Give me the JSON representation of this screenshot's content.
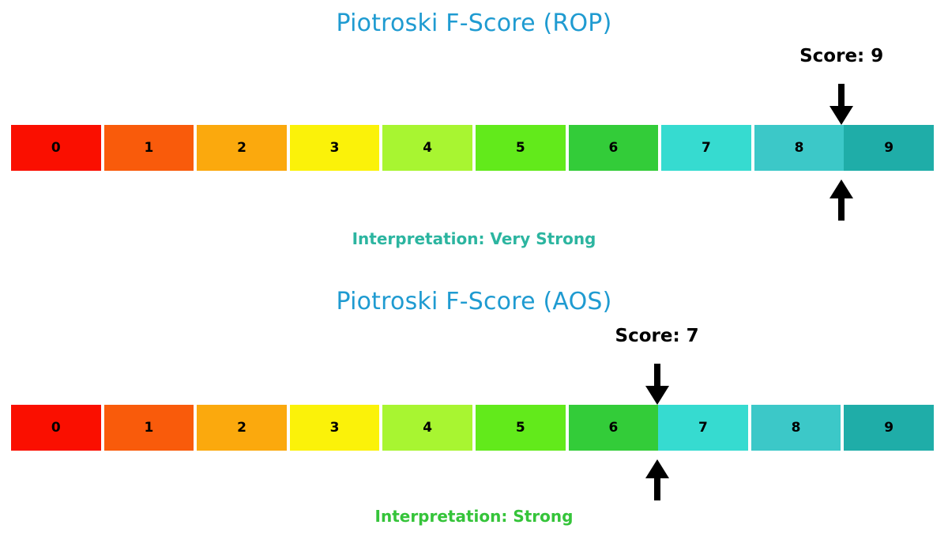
{
  "page": {
    "background": "#ffffff",
    "title_color": "#1f9bd1",
    "label_color": "#000000"
  },
  "scale": {
    "labels": [
      "0",
      "1",
      "2",
      "3",
      "4",
      "5",
      "6",
      "7",
      "8",
      "9"
    ],
    "colors": [
      "#fa0f00",
      "#f95b0b",
      "#fba90d",
      "#fbf209",
      "#a8f531",
      "#62ea1b",
      "#33cc39",
      "#36dbd0",
      "#3cc8c8",
      "#1fada8"
    ],
    "min": 0,
    "max": 9
  },
  "gauges": [
    {
      "id": "rop",
      "title": "Piotroski F-Score (ROP)",
      "score": 9,
      "score_label": "Score: 9",
      "interpretation": "Interpretation: Very Strong",
      "interpretation_color": "#2cb5a0",
      "pointer_position_pct": 90
    },
    {
      "id": "aos",
      "title": "Piotroski F-Score (AOS)",
      "score": 7,
      "score_label": "Score: 7",
      "interpretation": "Interpretation: Strong",
      "interpretation_color": "#35c43a",
      "pointer_position_pct": 70
    }
  ],
  "chart_data": {
    "type": "bar",
    "title": "Piotroski F-Score gauges",
    "categories": [
      "0",
      "1",
      "2",
      "3",
      "4",
      "5",
      "6",
      "7",
      "8",
      "9"
    ],
    "series": [
      {
        "name": "Piotroski F-Score (ROP)",
        "score": 9,
        "interpretation": "Very Strong"
      },
      {
        "name": "Piotroski F-Score (AOS)",
        "score": 7,
        "interpretation": "Strong"
      }
    ],
    "xlabel": "",
    "ylabel": "",
    "xlim": [
      0,
      9
    ],
    "grid": false,
    "legend": "none",
    "annotations": [
      "Score: 9",
      "Score: 7",
      "Interpretation: Very Strong",
      "Interpretation: Strong"
    ]
  }
}
